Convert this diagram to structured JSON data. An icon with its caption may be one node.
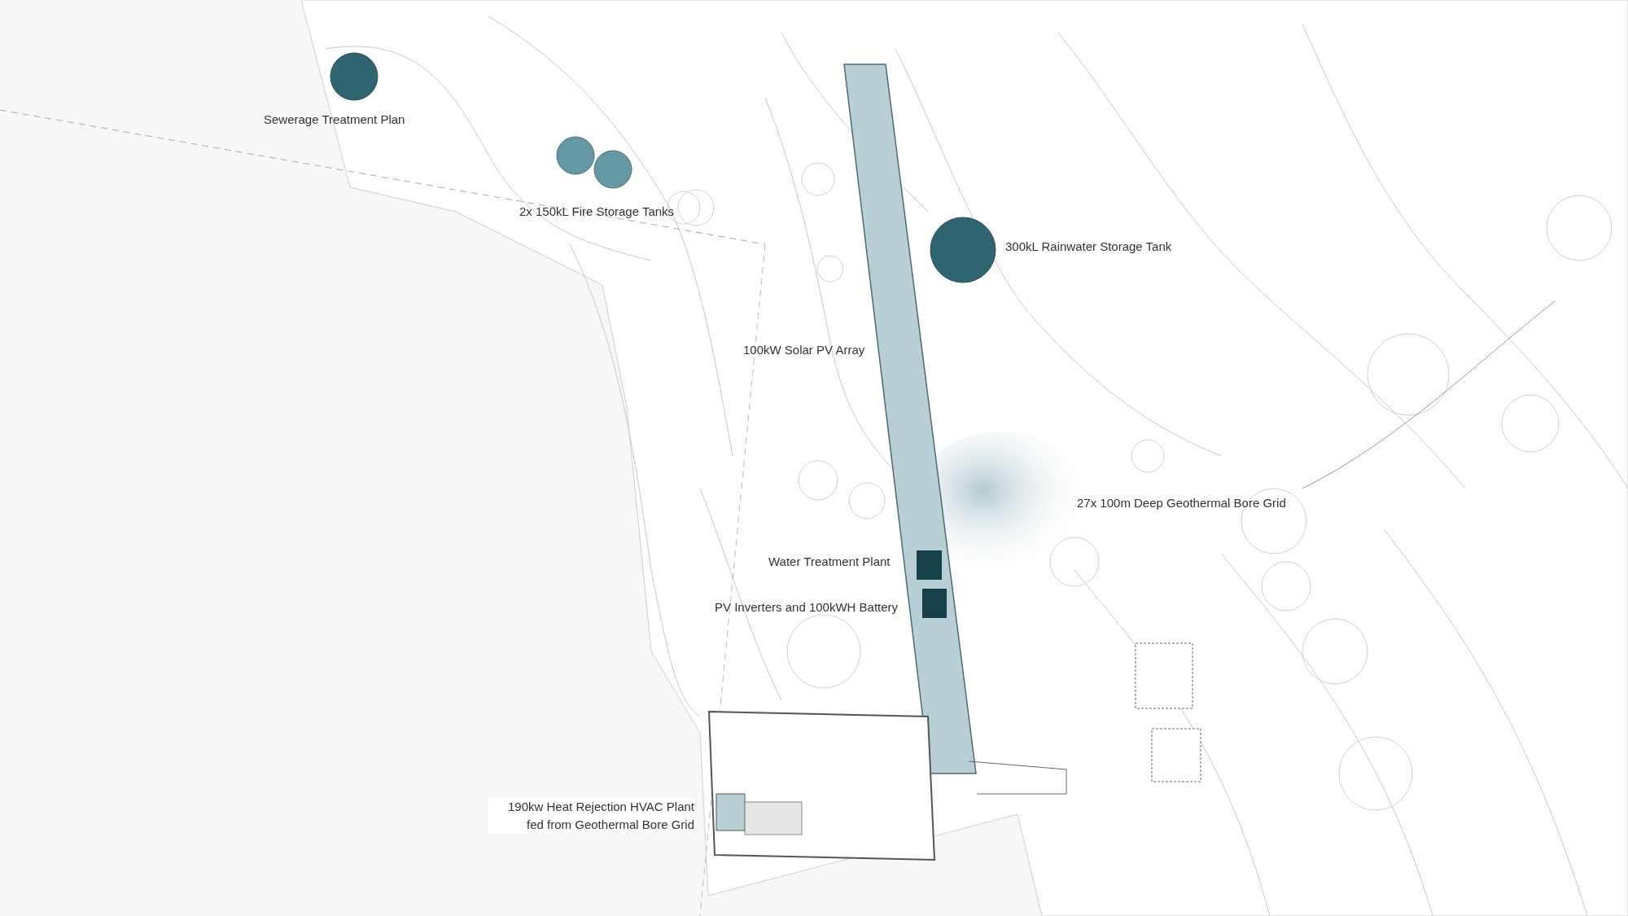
{
  "diagram": {
    "labels": [
      "Sewerage Treatment Plan",
      "2x 150kL Fire Storage Tanks",
      "300kL Rainwater Storage Tank",
      "100kW Solar PV Array",
      "27x 100m Deep Geothermal Bore Grid",
      "Water Treatment Plant",
      "PV Inverters and 100kWH Battery",
      "190kw Heat Rejection HVAC Plant fed from Geothermal Bore Grid"
    ]
  }
}
